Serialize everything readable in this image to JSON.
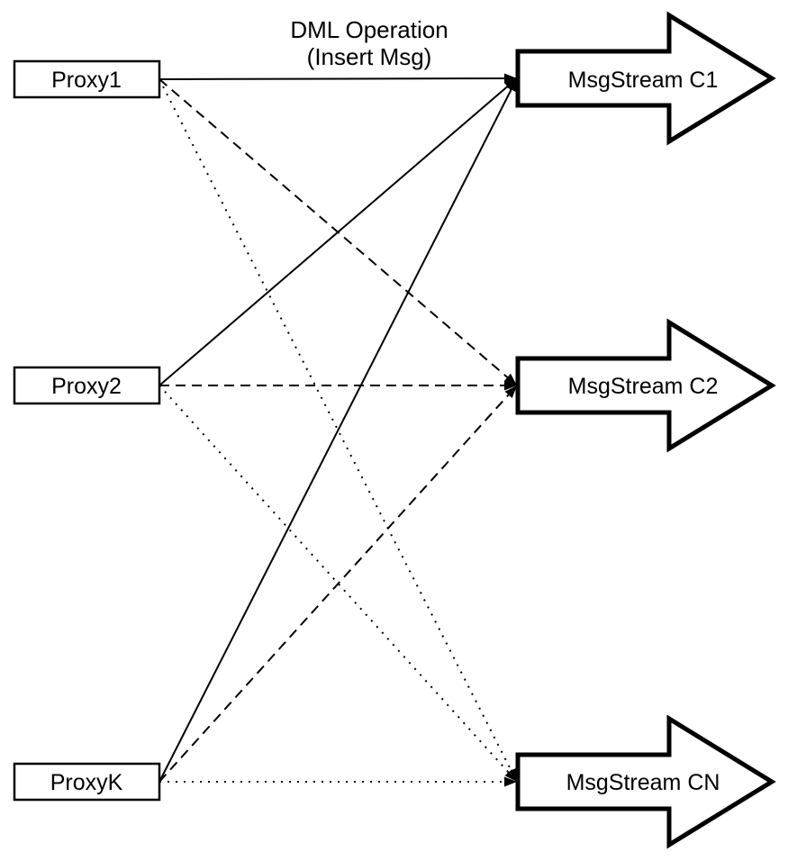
{
  "diagram": {
    "title": {
      "line1": "DML Operation",
      "line2": "(Insert Msg)"
    },
    "proxies": [
      {
        "id": "proxy1",
        "label": "Proxy1"
      },
      {
        "id": "proxy2",
        "label": "Proxy2"
      },
      {
        "id": "proxyk",
        "label": "ProxyK"
      }
    ],
    "streams": [
      {
        "id": "c1",
        "label": "MsgStream C1"
      },
      {
        "id": "c2",
        "label": "MsgStream C2"
      },
      {
        "id": "cn",
        "label": "MsgStream CN"
      }
    ],
    "edges": [
      {
        "from": "proxy1",
        "to": "c1",
        "style": "solid"
      },
      {
        "from": "proxy1",
        "to": "c2",
        "style": "dashed"
      },
      {
        "from": "proxy1",
        "to": "cn",
        "style": "dotted"
      },
      {
        "from": "proxy2",
        "to": "c1",
        "style": "solid"
      },
      {
        "from": "proxy2",
        "to": "c2",
        "style": "dashed"
      },
      {
        "from": "proxy2",
        "to": "cn",
        "style": "dotted"
      },
      {
        "from": "proxyk",
        "to": "c1",
        "style": "solid"
      },
      {
        "from": "proxyk",
        "to": "c2",
        "style": "dashed"
      },
      {
        "from": "proxyk",
        "to": "cn",
        "style": "dotted"
      }
    ],
    "colors": {
      "ink": "#000000",
      "background": "#ffffff"
    }
  }
}
